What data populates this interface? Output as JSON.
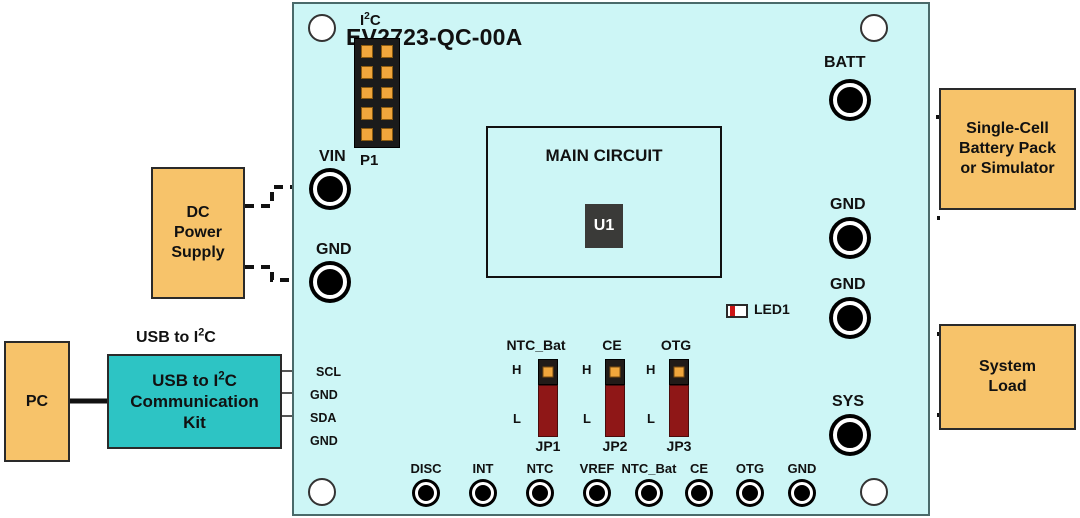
{
  "board": {
    "title": "EV2723-QC-00A",
    "color": "#cdf6f6",
    "main_circuit": {
      "label": "MAIN CIRCUIT",
      "chip": "U1"
    },
    "led": {
      "ref": "LED1"
    },
    "header": {
      "caption": "P1",
      "bus_label_pre": "I",
      "bus_label_sup": "2",
      "bus_label_post": "C",
      "wire_labels": [
        "SCL",
        "GND",
        "SDA",
        "GND"
      ],
      "rows": 5,
      "cols": 2,
      "pin_color": "#f0a63c"
    },
    "jumpers": [
      {
        "title": "NTC_Bat",
        "ref": "JP1",
        "high": "H",
        "low": "L"
      },
      {
        "title": "CE",
        "ref": "JP2",
        "high": "H",
        "low": "L"
      },
      {
        "title": "OTG",
        "ref": "JP3",
        "high": "H",
        "low": "L"
      }
    ],
    "connectors_left": [
      {
        "label": "VIN"
      },
      {
        "label": "GND"
      }
    ],
    "connectors_right": [
      {
        "label": "BATT"
      },
      {
        "label": "GND"
      },
      {
        "label": "GND"
      },
      {
        "label": "SYS"
      }
    ],
    "test_points": [
      "DISC",
      "INT",
      "NTC",
      "VREF",
      "NTC_Bat",
      "CE",
      "OTG",
      "GND"
    ]
  },
  "external": {
    "pc": {
      "label": "PC",
      "color": "#f7c36a"
    },
    "kit_caption_pre": "USB to I",
    "kit_caption_sup": "2",
    "kit_caption_post": "C",
    "kit": {
      "line1_pre": "USB to I",
      "line1_sup": "2",
      "line1_post": "C",
      "line2": "Communication",
      "line3": "Kit",
      "color": "#2dc4c4"
    },
    "dc_supply": {
      "line1": "DC",
      "line2": "Power",
      "line3": "Supply"
    },
    "battery": {
      "line1": "Single-Cell",
      "line2": "Battery Pack",
      "line3": "or Simulator"
    },
    "system_load": {
      "line1": "System",
      "line2": "Load"
    }
  }
}
